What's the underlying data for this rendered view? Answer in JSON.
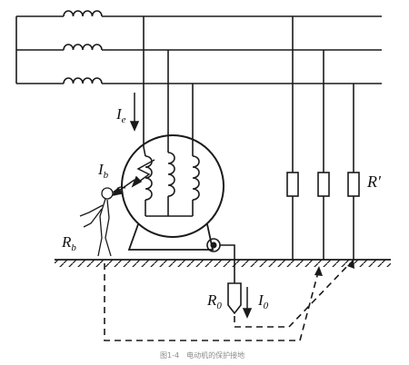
{
  "labels": {
    "ie": {
      "main": "I",
      "sub": "e"
    },
    "ib": {
      "main": "I",
      "sub": "b"
    },
    "rb": {
      "main": "R",
      "sub": "b"
    },
    "r0": {
      "main": "R",
      "sub": "0"
    },
    "i0": {
      "main": "I",
      "sub": "0"
    },
    "rprime": "R′"
  },
  "caption": "图1-4　电动机的保护接地",
  "colors": {
    "line": "#1a1a1a",
    "caption": "#8a8a8a"
  }
}
